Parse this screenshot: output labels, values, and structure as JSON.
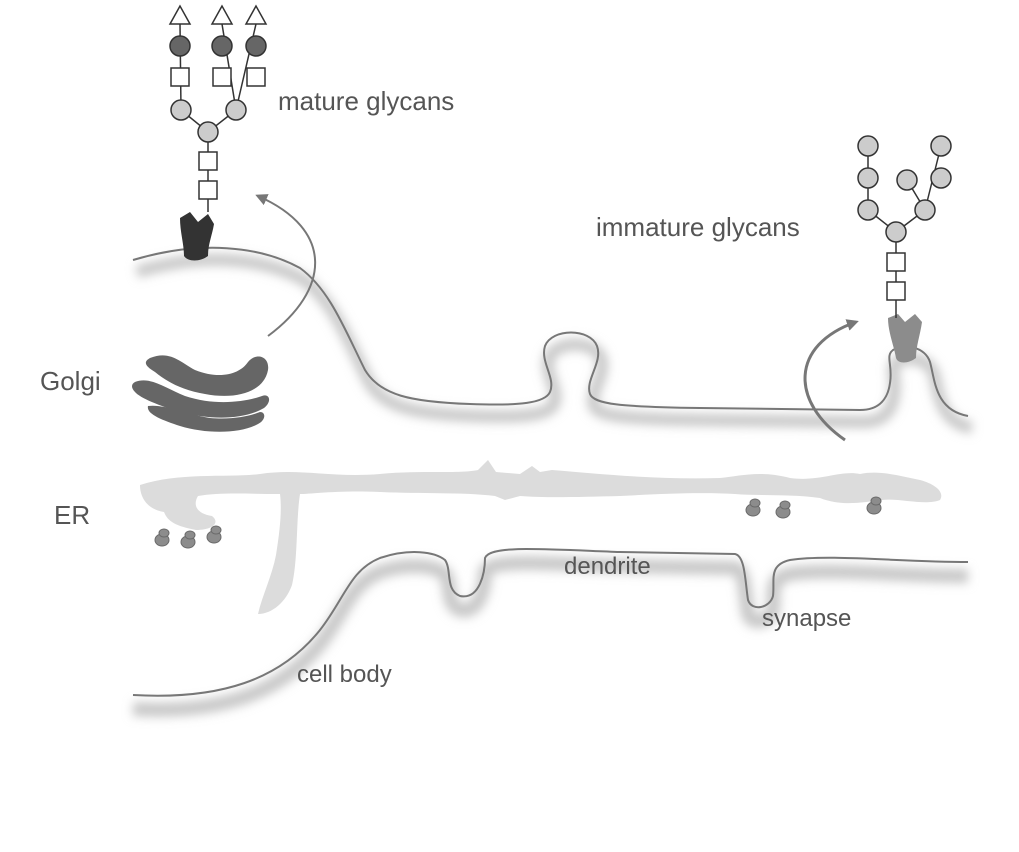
{
  "labels": {
    "mature_glycans": "mature glycans",
    "immature_glycans": "immature glycans",
    "golgi": "Golgi",
    "er": "ER",
    "dendrite": "dendrite",
    "synapse": "synapse",
    "cell_body": "cell body"
  },
  "colors": {
    "membrane": "#777777",
    "shadow": "#bdbdbd",
    "golgi": "#666666",
    "er": "#dcdcdc",
    "protein_mature": "#333333",
    "protein_immature": "#8c8c8c",
    "sugar_dark": "#666666",
    "sugar_light": "#cccccc",
    "ribosome": "#8c8c8c",
    "text": "#555555"
  }
}
